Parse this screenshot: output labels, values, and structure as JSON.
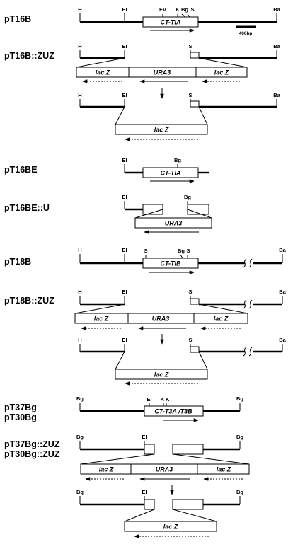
{
  "constructs": [
    {
      "label": "pT16B"
    },
    {
      "label": "pT16B::ZUZ"
    },
    {
      "label": "pT16BE"
    },
    {
      "label": "pT16BE::U"
    },
    {
      "label": "pT18B"
    },
    {
      "label": "pT18B::ZUZ"
    },
    {
      "label": "pT37Bg\npT30Bg"
    },
    {
      "label": "pT37Bg::ZUZ\npT30Bg::ZUZ"
    }
  ],
  "sites": {
    "H": "H",
    "EI": "EI",
    "EV": "EV",
    "K": "K",
    "Bg": "Bg",
    "S": "S",
    "Ba": "Ba",
    "KK": "K K"
  },
  "genes": {
    "t1a": "CT-TIA",
    "t1b": "CT-TIB",
    "t3": "CT-T3A /T3B",
    "lacz": "lac Z",
    "ura3": "URA3"
  },
  "scale_bar": {
    "label": "400bp"
  }
}
